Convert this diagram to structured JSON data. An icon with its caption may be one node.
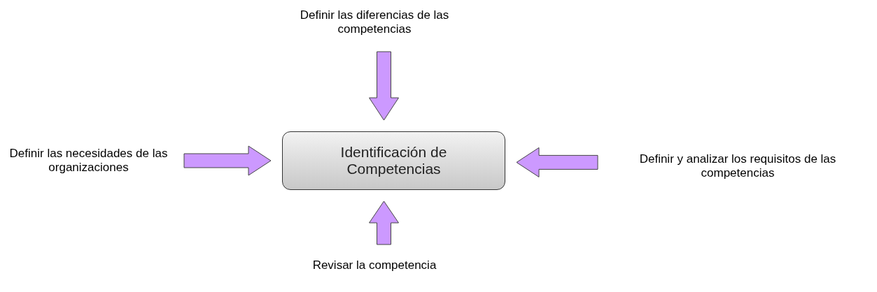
{
  "diagram": {
    "nodes": [
      {
        "text": [
          "Identificación de Competencias"
        ]
      },
      {
        "text": [
          "Definir las diferencias de las competencias"
        ]
      },
      {
        "text": [
          "Definir las necesidades de las organizaciones"
        ]
      },
      {
        "text": [
          "Definir y analizar los requisitos de las competencias"
        ]
      },
      {
        "text": [
          "Revisar la competencia"
        ]
      }
    ],
    "edges": [
      {
        "from": 1,
        "to": 0,
        "arrow": "to",
        "style": "thick"
      },
      {
        "from": 2,
        "to": 0,
        "arrow": "to",
        "style": "thick"
      },
      {
        "from": 3,
        "to": 0,
        "arrow": "to",
        "style": "thick"
      },
      {
        "from": 4,
        "to": 0,
        "arrow": "to",
        "style": "thick"
      }
    ]
  }
}
